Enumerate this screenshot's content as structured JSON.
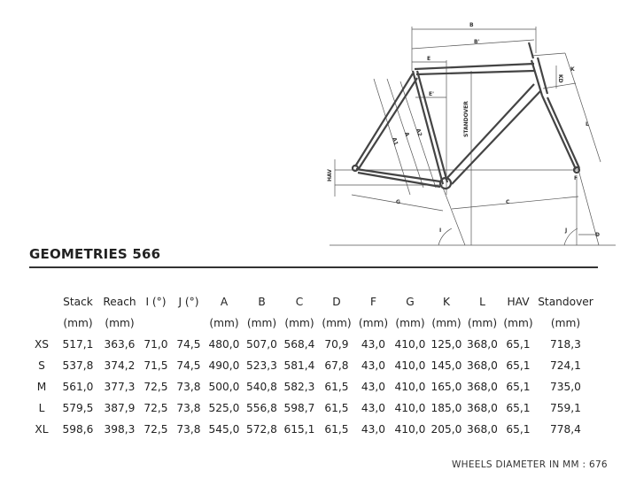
{
  "title": "GEOMETRIES 566",
  "diagram": {
    "labels": {
      "B": "B",
      "B2": "B'",
      "E": "E",
      "E2": "E'",
      "A1": "A1",
      "A": "A",
      "A2": "A2",
      "standover": "STANDOVER",
      "K": "K",
      "KD": "KD",
      "L": "L",
      "HAV": "HAV",
      "G": "G",
      "C": "C",
      "F": "F",
      "D": "D",
      "I": "I",
      "J": "J"
    }
  },
  "table": {
    "headers": [
      "",
      "Stack",
      "Reach",
      "I (°)",
      "J (°)",
      "A",
      "B",
      "C",
      "D",
      "F",
      "G",
      "K",
      "L",
      "HAV",
      "Standover"
    ],
    "units": [
      "",
      "(mm)",
      "(mm)",
      "",
      "",
      "(mm)",
      "(mm)",
      "(mm)",
      "(mm)",
      "(mm)",
      "(mm)",
      "(mm)",
      "(mm)",
      "(mm)",
      "(mm)"
    ],
    "rows": [
      [
        "XS",
        "517,1",
        "363,6",
        "71,0",
        "74,5",
        "480,0",
        "507,0",
        "568,4",
        "70,9",
        "43,0",
        "410,0",
        "125,0",
        "368,0",
        "65,1",
        "718,3"
      ],
      [
        "S",
        "537,8",
        "374,2",
        "71,5",
        "74,5",
        "490,0",
        "523,3",
        "581,4",
        "67,8",
        "43,0",
        "410,0",
        "145,0",
        "368,0",
        "65,1",
        "724,1"
      ],
      [
        "M",
        "561,0",
        "377,3",
        "72,5",
        "73,8",
        "500,0",
        "540,8",
        "582,3",
        "61,5",
        "43,0",
        "410,0",
        "165,0",
        "368,0",
        "65,1",
        "735,0"
      ],
      [
        "L",
        "579,5",
        "387,9",
        "72,5",
        "73,8",
        "525,0",
        "556,8",
        "598,7",
        "61,5",
        "43,0",
        "410,0",
        "185,0",
        "368,0",
        "65,1",
        "759,1"
      ],
      [
        "XL",
        "598,6",
        "398,3",
        "72,5",
        "73,8",
        "545,0",
        "572,8",
        "615,1",
        "61,5",
        "43,0",
        "410,0",
        "205,0",
        "368,0",
        "65,1",
        "778,4"
      ]
    ]
  },
  "footer": "WHEELS DIAMETER IN MM : 676"
}
